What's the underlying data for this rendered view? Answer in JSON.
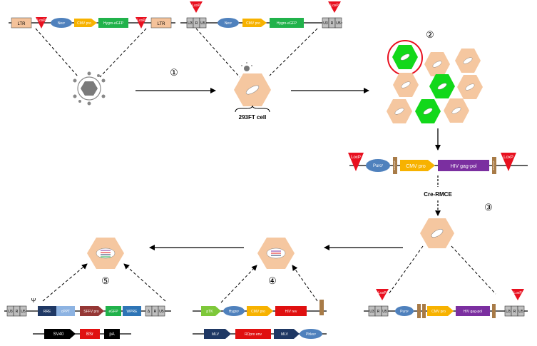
{
  "colors": {
    "ltr": "#f4c29a",
    "neo": "#4f81bd",
    "cmv": "#f7b200",
    "hygro_egfp": "#21b24b",
    "loxp": "#e8101f",
    "u3box": "#bfbfbf",
    "cell": "#f5c7a0",
    "cell_green": "#12d81a",
    "hiv": "#7b2fa0",
    "polya": "#a87b47",
    "rre": "#1f3864",
    "cppt": "#8db3e2",
    "sffv": "#953735",
    "wpre": "#2e75b6",
    "ptk": "#7ec83a",
    "hivrev": "#e01010",
    "mlv": "#1f3864",
    "black": "#000000"
  },
  "labels": {
    "ltr": "LTR",
    "loxp": "LoxP",
    "neo": "Neoʳ",
    "cmv": "CMV pro",
    "hygro_egfp": "Hygro-eGFP",
    "u3": "U3",
    "r": "R",
    "u5": "U5",
    "cell293": "293FT cell",
    "step1": "①",
    "step2": "②",
    "step3": "③",
    "step4": "④",
    "step5": "⑤",
    "puro": "Puroʳ",
    "hiv_gagpol": "HIV gag-pol",
    "polya": "SV40 polyA",
    "cre": "Cre-RMCE",
    "psi": "Ψ",
    "rre": "RRE",
    "cppt": "cPPT",
    "sffv": "SFFV pro",
    "egfp": "eGFP",
    "wpre": "WPRE",
    "delta": "Δ",
    "sv40": "SV40",
    "bsr": "BSr",
    "pa": "pA",
    "ptk": "pTK",
    "hygro": "Hygroʳ",
    "hivrev": "HIV rev",
    "mlv": "MLV",
    "rdpro": "RDpro env",
    "phleo": "Phleoʳ"
  }
}
